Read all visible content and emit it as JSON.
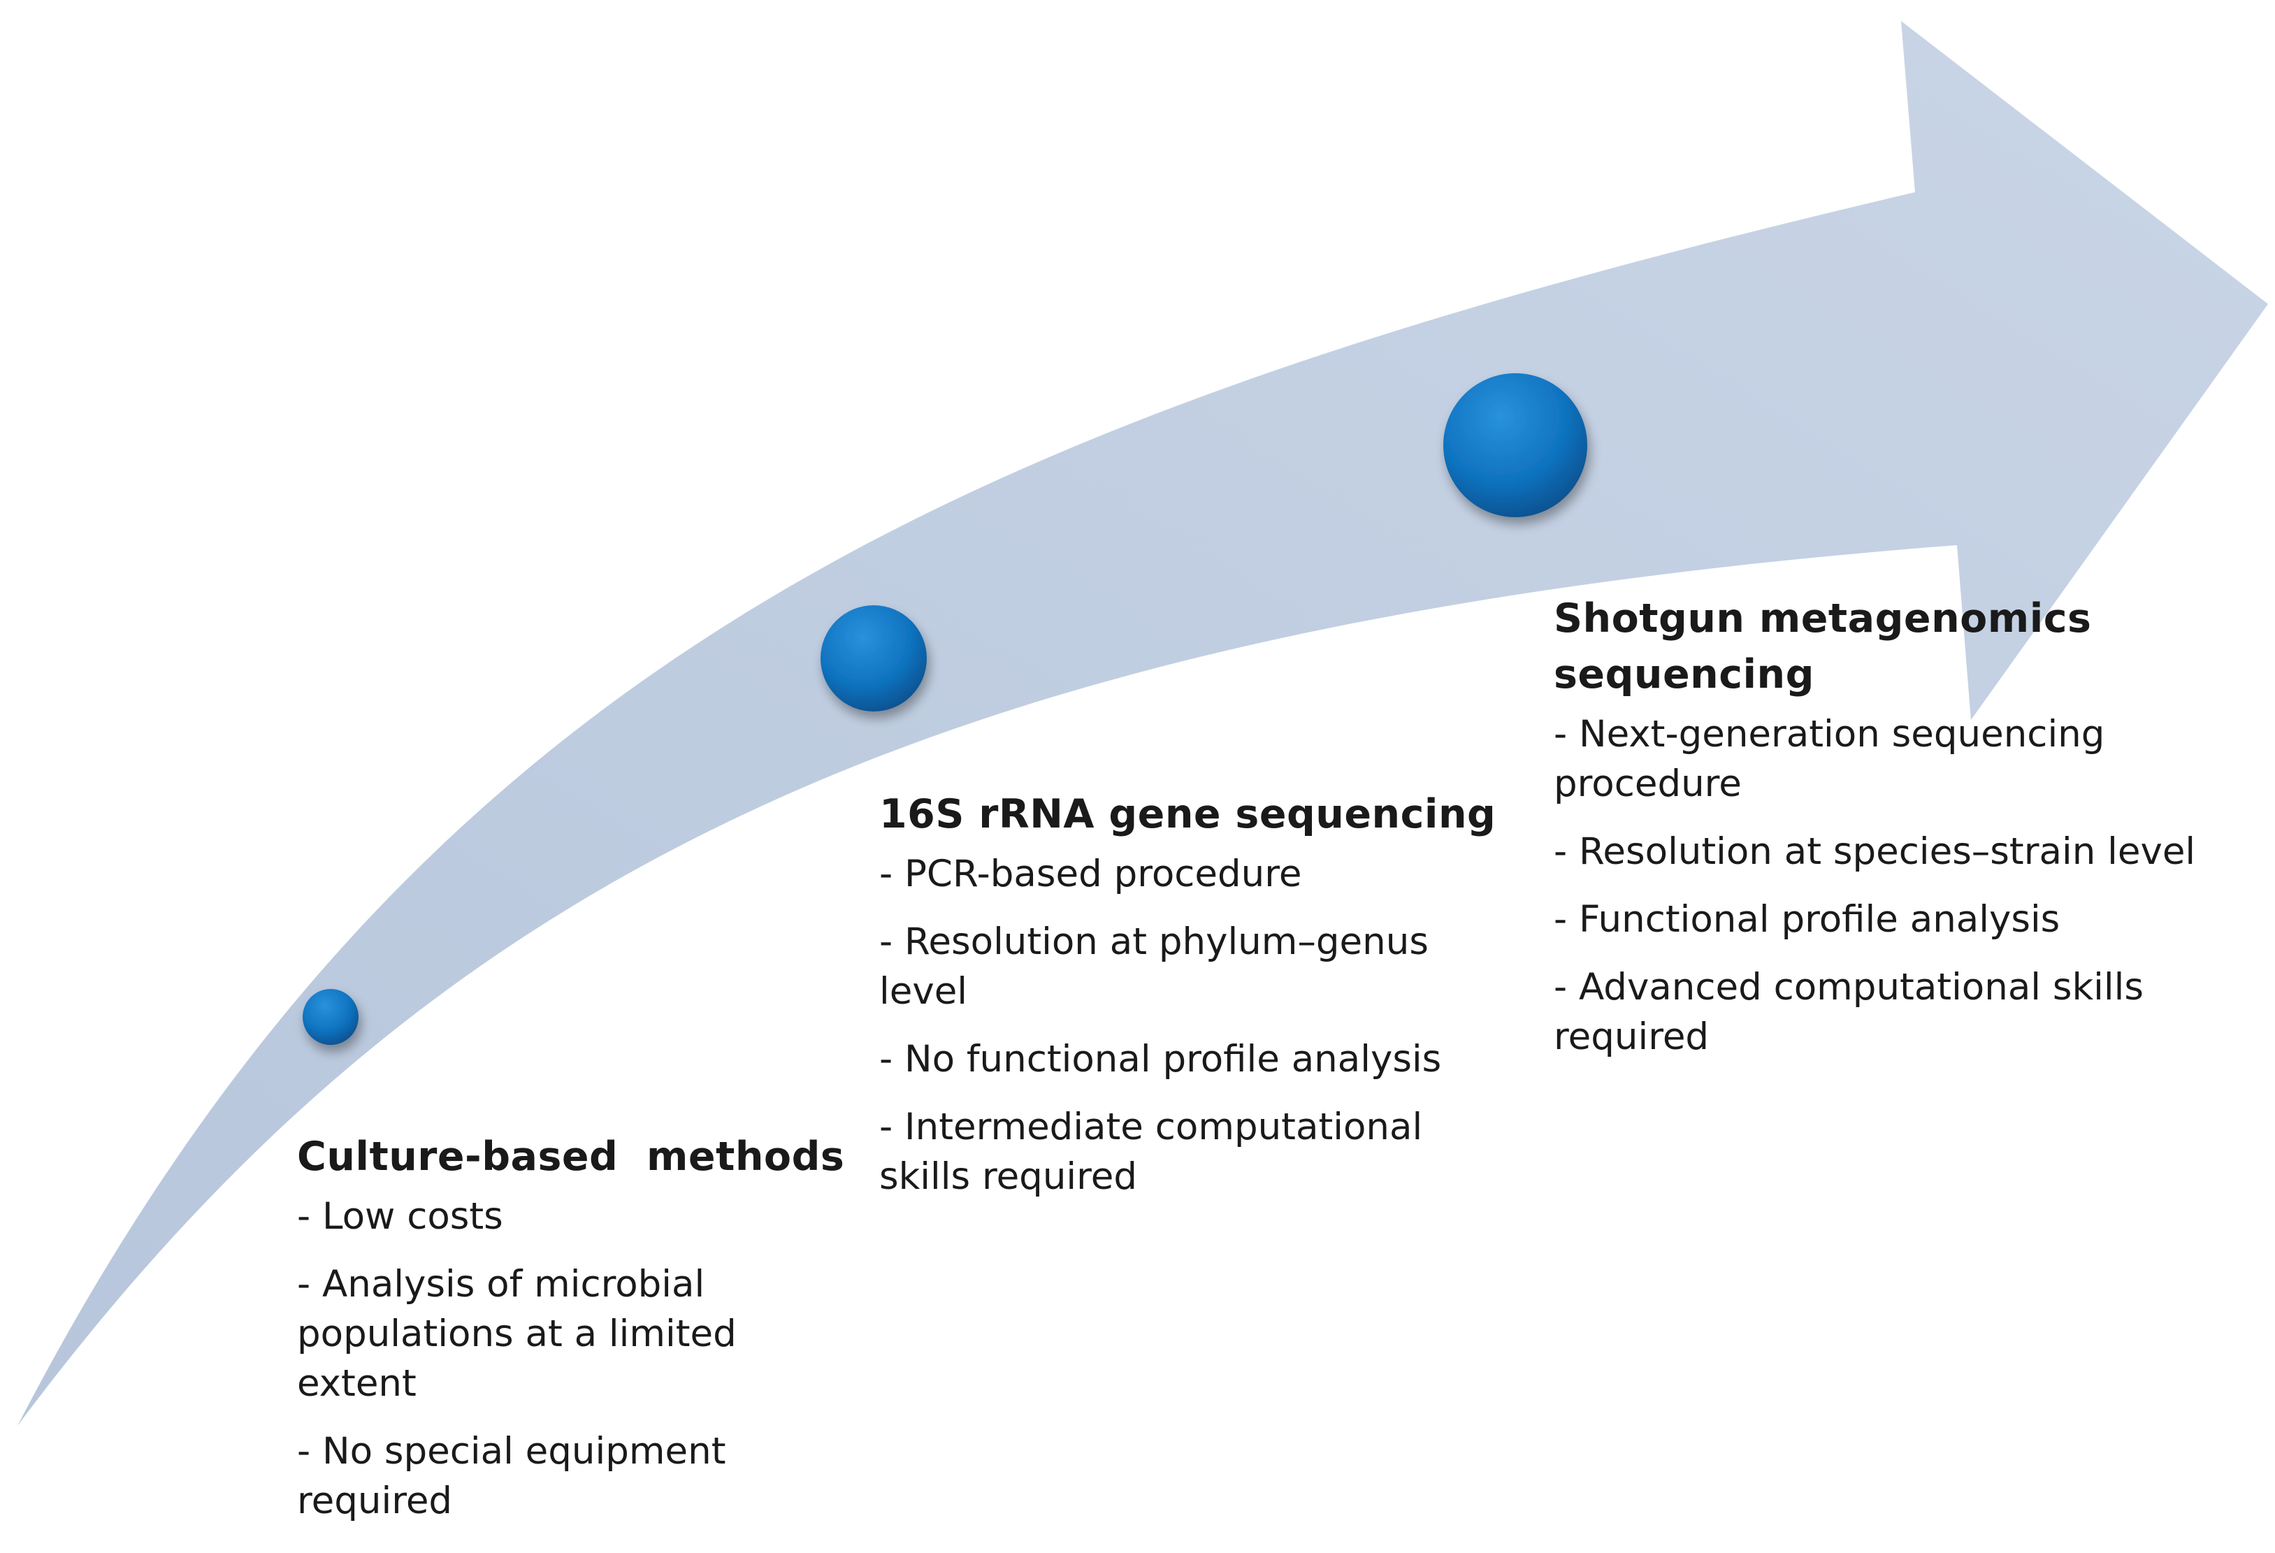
{
  "stages": [
    {
      "title": "Culture-based  methods",
      "points": [
        "- Low costs",
        "- Analysis of microbial populations at a limited extent",
        "- No special equipment required"
      ]
    },
    {
      "title": "16S rRNA gene sequencing",
      "points": [
        "- PCR-based procedure",
        "- Resolution at phylum–genus level",
        "- No functional profile analysis",
        "- Intermediate computational skills required"
      ]
    },
    {
      "title": "Shotgun metagenomics sequencing",
      "points": [
        "- Next-generation sequencing procedure",
        "- Resolution at species–strain level",
        "- Functional profile analysis",
        "- Advanced computational skills required"
      ]
    }
  ],
  "colors": {
    "arrow_fill": "#c9d5e6",
    "arrow_fill_dark": "#b7c6dc",
    "marker_fill": "#0f73c0",
    "marker_dark": "#0a4f8c",
    "text": "#1a1a1a"
  },
  "icons": {
    "arrow": "curved-progress-arrow",
    "markers": [
      "stage-dot-small",
      "stage-dot-medium",
      "stage-dot-large"
    ]
  }
}
